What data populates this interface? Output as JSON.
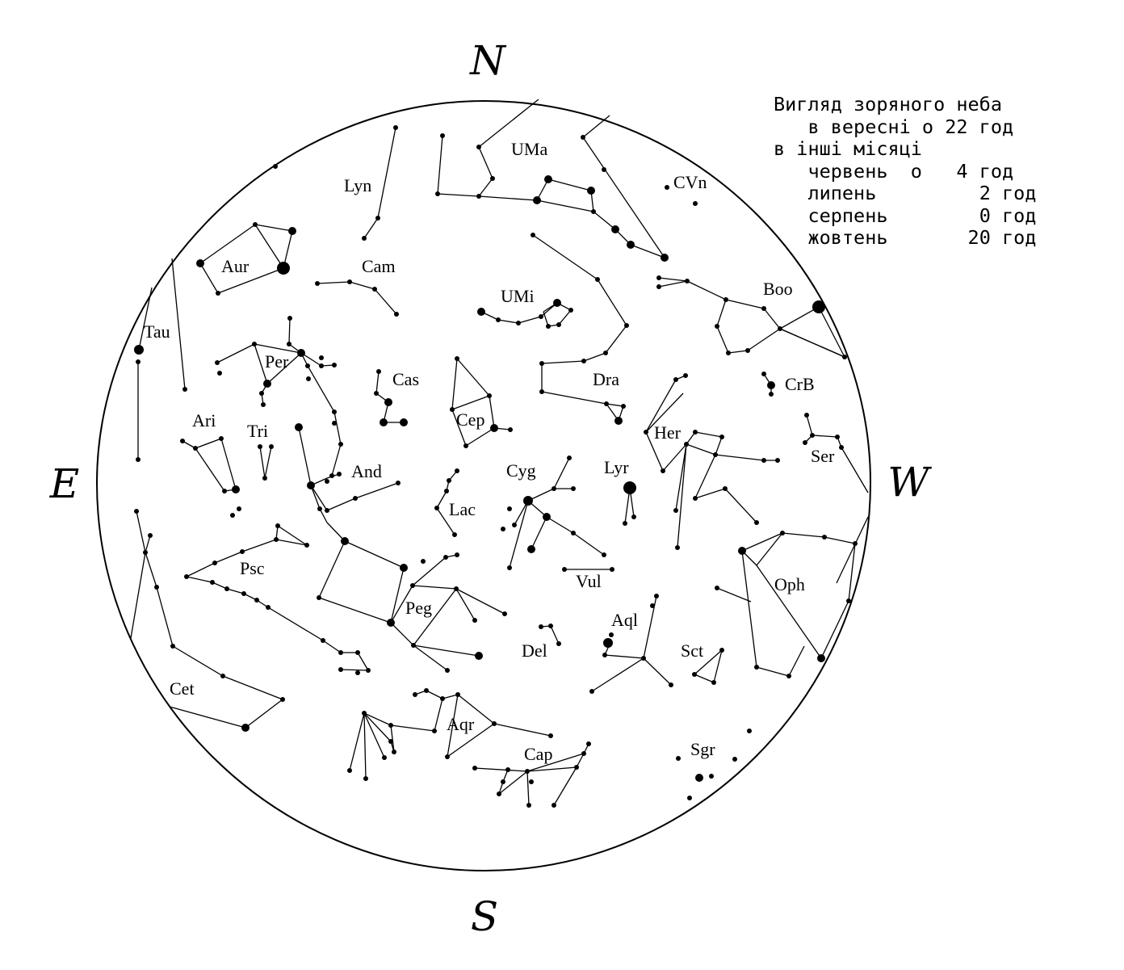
{
  "directions": {
    "north": "N",
    "south": "S",
    "east": "E",
    "west": "W"
  },
  "info": {
    "title": "Вигляд зоряного неба",
    "subtitle": "в вересні о 22 год",
    "other_months_heading": "в інші місяці",
    "rows": [
      {
        "month": "червень",
        "prep": "о",
        "hour": "4",
        "unit": "год"
      },
      {
        "month": "липень",
        "prep": "",
        "hour": "2",
        "unit": "год"
      },
      {
        "month": "серпень",
        "prep": "",
        "hour": "0",
        "unit": "год"
      },
      {
        "month": "жовтень",
        "prep": "",
        "hour": "20",
        "unit": "год"
      }
    ]
  },
  "constellations": [
    "UMa",
    "CVn",
    "Lyn",
    "Cam",
    "Aur",
    "UMi",
    "Boo",
    "Tau",
    "Per",
    "Cas",
    "Dra",
    "CrB",
    "Cep",
    "Ari",
    "Tri",
    "Her",
    "Ser",
    "And",
    "Cyg",
    "Lyr",
    "Lac",
    "Psc",
    "Vul",
    "Oph",
    "Peg",
    "Aql",
    "Del",
    "Sct",
    "Cet",
    "Aqr",
    "Cap",
    "Sgr"
  ]
}
